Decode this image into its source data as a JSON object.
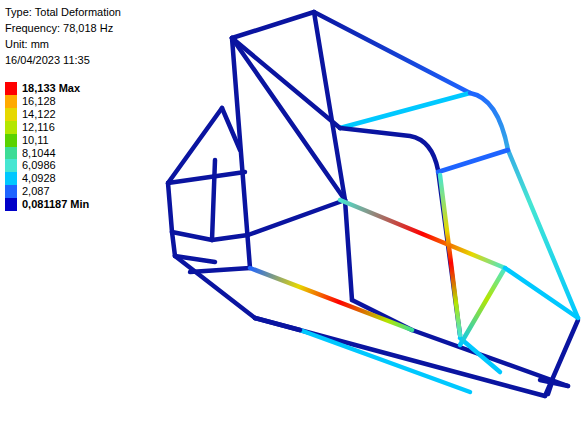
{
  "diagram": {
    "labels": [
      "Type: Total Deformation",
      "Frequency: 78,018 Hz",
      "Unit: mm",
      "16/04/2023 11:35"
    ],
    "legend": [
      {
        "text": "18,133 Max",
        "color": "#ff0000"
      },
      {
        "text": "16,128",
        "color": "#ffaa00"
      },
      {
        "text": "14,122",
        "color": "#e6d800"
      },
      {
        "text": "12,116",
        "color": "#b4e600"
      },
      {
        "text": "10,11",
        "color": "#5ad200"
      },
      {
        "text": "8,1044",
        "color": "#3cdc96"
      },
      {
        "text": "6,0986",
        "color": "#46e6d2"
      },
      {
        "text": "4,0928",
        "color": "#00c8ff"
      },
      {
        "text": "2,087",
        "color": "#1e64ff"
      },
      {
        "text": "0,081187 Min",
        "color": "#0000c8"
      }
    ]
  }
}
